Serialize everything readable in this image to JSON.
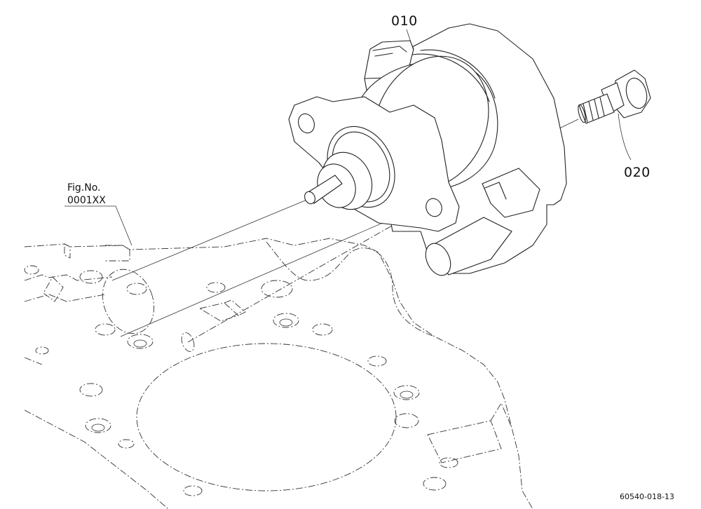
{
  "labels": {
    "part_010": "010",
    "part_020": "020",
    "fig_ref_line1": "Fig.No.",
    "fig_ref_line2": "0001XX",
    "drawing_code": "60540-018-13"
  }
}
